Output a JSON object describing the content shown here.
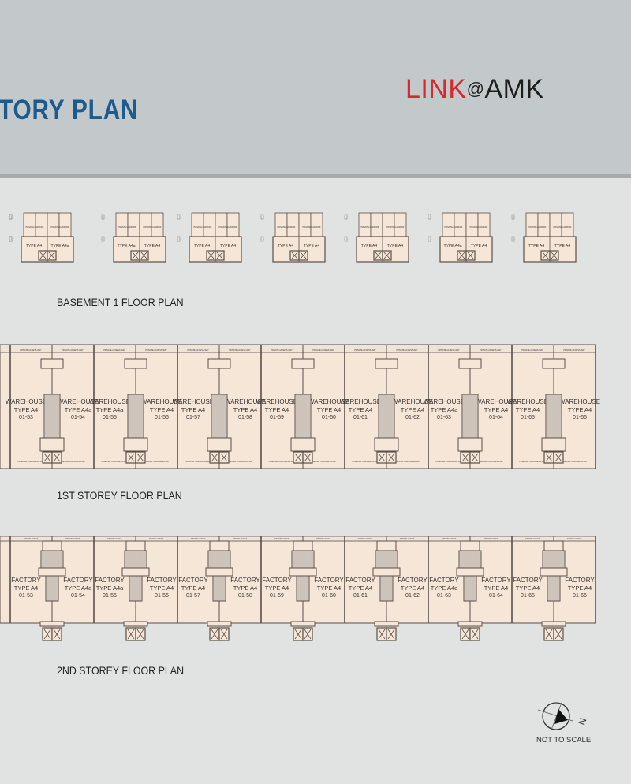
{
  "header": {
    "title": "TORY PLAN",
    "logo": {
      "part1": "LINK",
      "at": "@",
      "part2": "AMK"
    },
    "colors": {
      "title": "#1d5b8c",
      "logo_red": "#d7282e",
      "header_bg": "#c3c8cb"
    }
  },
  "basement": {
    "label": "BASEMENT 1 FLOOR PLAN",
    "carpark_label": "PRIVATE CARPARK",
    "blocks": [
      {
        "left": "TYPE A4",
        "right": "TYPE A4a"
      },
      {
        "left": "TYPE A4a",
        "right": "TYPE A4"
      },
      {
        "left": "TYPE A4",
        "right": "TYPE A4"
      },
      {
        "left": "TYPE A4",
        "right": "TYPE A4"
      },
      {
        "left": "TYPE A4",
        "right": "TYPE A4"
      },
      {
        "left": "TYPE A4a",
        "right": "TYPE A4"
      },
      {
        "left": "TYPE A4",
        "right": "TYPE A4"
      }
    ]
  },
  "first_storey": {
    "label": "1ST STOREY FLOOR PLAN",
    "use": "WAREHOUSE",
    "top_label": "PRIVATE ACCESS WAY",
    "bottom_label": "LOADING/ UNLOADING BAY"
  },
  "second_storey": {
    "label": "2ND STOREY FLOOR PLAN",
    "use": "FACTORY",
    "top_label": "AIRCON LEDGE"
  },
  "units": [
    {
      "no": "01-53",
      "type": "TYPE A4"
    },
    {
      "no": "01-54",
      "type": "TYPE A4a"
    },
    {
      "no": "01-55",
      "type": "TYPE A4a"
    },
    {
      "no": "01-56",
      "type": "TYPE A4"
    },
    {
      "no": "01-57",
      "type": "TYPE A4"
    },
    {
      "no": "01-58",
      "type": "TYPE A4"
    },
    {
      "no": "01-59",
      "type": "TYPE A4"
    },
    {
      "no": "01-60",
      "type": "TYPE A4"
    },
    {
      "no": "01-61",
      "type": "TYPE A4"
    },
    {
      "no": "01-62",
      "type": "TYPE A4"
    },
    {
      "no": "01-63",
      "type": "TYPE A4a"
    },
    {
      "no": "01-64",
      "type": "TYPE A4"
    },
    {
      "no": "01-65",
      "type": "TYPE A4"
    },
    {
      "no": "01-66",
      "type": "TYPE A4"
    }
  ],
  "north_arrow": {
    "letter": "N",
    "note": "NOT TO SCALE"
  },
  "colors": {
    "unit_fill": "#f6e6d8",
    "wall": "#5a4f48"
  }
}
